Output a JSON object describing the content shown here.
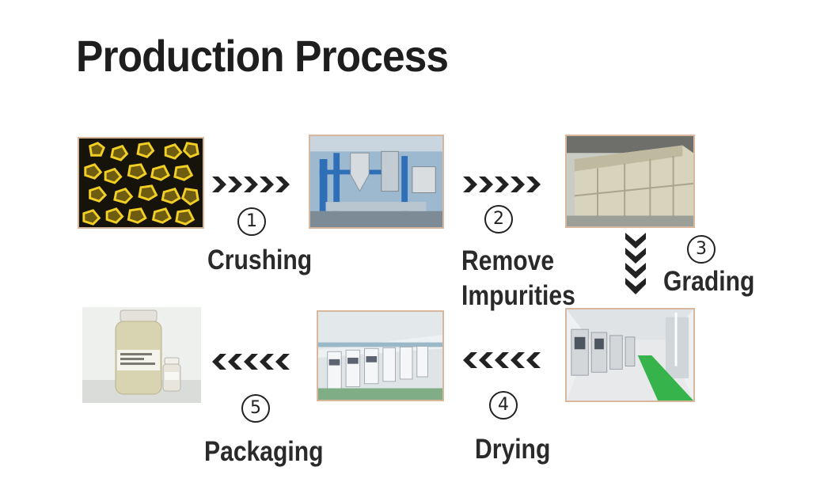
{
  "title": "Production Process",
  "steps": [
    {
      "number": "1",
      "label": "Crushing"
    },
    {
      "number": "2",
      "label_line1": "Remove",
      "label_line2": "Impurities"
    },
    {
      "number": "3",
      "label": "Grading"
    },
    {
      "number": "4",
      "label": "Drying"
    },
    {
      "number": "5",
      "label": "Packaging"
    }
  ],
  "photos": [
    "diamond-crystals",
    "purification-equipment",
    "grading-tanks",
    "drying-room",
    "product-bottles"
  ],
  "colors": {
    "text": "#2a2a2a",
    "arrow": "#222222",
    "photo_border": "#d9b79c"
  }
}
